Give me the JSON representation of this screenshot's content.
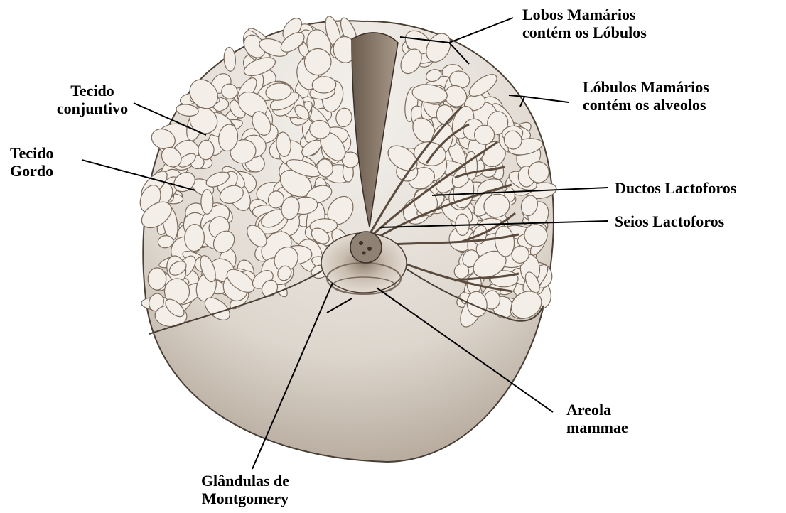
{
  "labels": {
    "lobos": [
      "Lobos Mamários",
      "contém os Lóbulos"
    ],
    "lobulos": [
      "Lóbulos Mamários",
      "contém os alveolos"
    ],
    "tecido_conjuntivo": [
      "Tecido",
      "conjuntivo"
    ],
    "tecido_gordo": [
      "Tecido",
      "Gordo"
    ],
    "ductos": "Ductos Lactoforos",
    "seios": "Seios Lactoforos",
    "areola": [
      "Areola",
      "mammae"
    ],
    "glandulas": [
      "Glândulas de",
      "Montgomery"
    ]
  },
  "colors": {
    "ink": "#000000",
    "tissue_outline": "#4a3f35",
    "lobule_fill": "#f3eee8",
    "lobule_stroke": "#7a6b5d",
    "skin_fill": "#e9e4de",
    "areola_fill": "#cfc4b8"
  }
}
